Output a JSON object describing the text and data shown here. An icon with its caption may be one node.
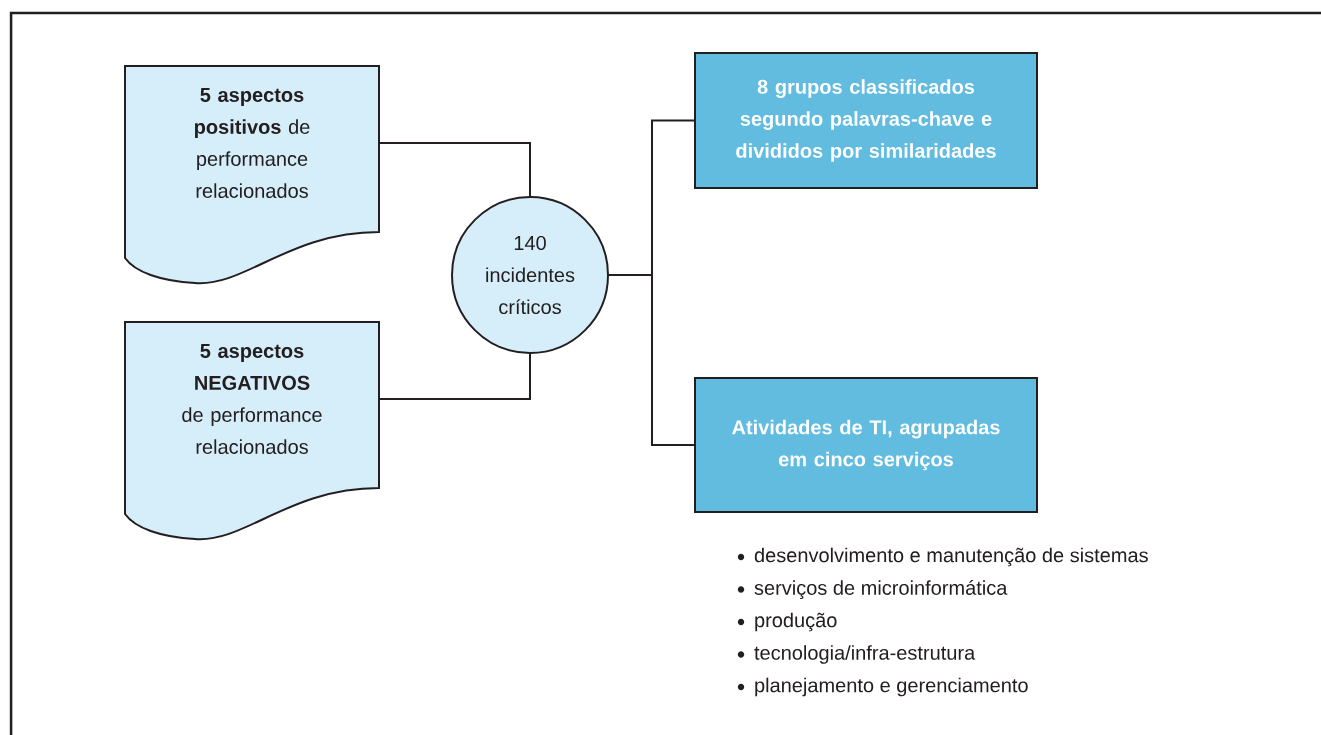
{
  "diagram": {
    "nodes": [
      {
        "text": [
          "**5 aspectos positivos** de performance relacionados"
        ]
      },
      {
        "text": [
          "**5 aspectos NEGATIVOS** de performance relacionados"
        ]
      },
      {
        "text": [
          "140 incidentes críticos"
        ]
      },
      {
        "text": [
          "8 grupos classificados segundo palavras-chave e divididos por similaridades"
        ]
      },
      {
        "text": [
          "Atividades de TI, agrupadas em cinco serviços"
        ]
      }
    ],
    "edges": [
      {
        "from": 0,
        "to": 2,
        "arrow": "none"
      },
      {
        "from": 1,
        "to": 2,
        "arrow": "none"
      },
      {
        "from": 2,
        "to": 3,
        "arrow": "none"
      },
      {
        "from": 2,
        "to": 4,
        "arrow": "none"
      }
    ],
    "labels": [
      "desenvolvimento e manutenção de sistemas",
      "serviços de microinformática",
      "produção",
      "tecnologia/infra-estrutura",
      "planejamento e gerenciamento"
    ]
  }
}
